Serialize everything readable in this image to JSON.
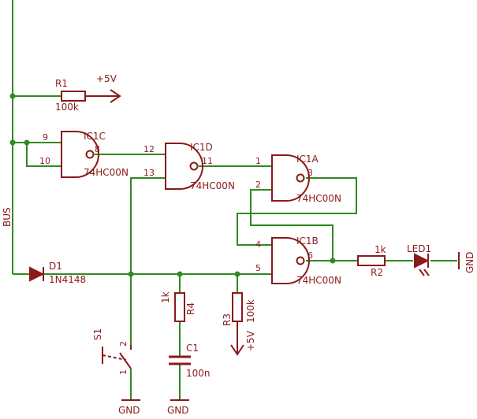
{
  "colors": {
    "wire": "#2e8b20",
    "component": "#8b1a1a",
    "text": "#8b1a1a",
    "background": "#ffffff"
  },
  "labels": {
    "bus": "BUS",
    "r1": {
      "name": "R1",
      "value": "100k",
      "net": "+5V"
    },
    "r2": {
      "name": "R2",
      "value": "1k"
    },
    "r3": {
      "name": "R3",
      "value": "100k",
      "net": "+5V"
    },
    "r4": {
      "name": "R4",
      "value": "1k"
    },
    "c1": {
      "name": "C1",
      "value": "100n"
    },
    "d1": {
      "name": "D1",
      "value": "1N4148"
    },
    "led1": {
      "name": "LED1"
    },
    "s1": {
      "name": "S1",
      "pin1": "1",
      "pin2": "2"
    },
    "gnd": "GND",
    "gates": {
      "ic1c": {
        "name": "IC1C",
        "part": "74HC00N",
        "in_a": "9",
        "in_b": "10",
        "out": "8"
      },
      "ic1d": {
        "name": "IC1D",
        "part": "74HC00N",
        "in_a": "12",
        "in_b": "13",
        "out": "11"
      },
      "ic1a": {
        "name": "IC1A",
        "part": "74HC00N",
        "in_a": "1",
        "in_b": "2",
        "out": "3"
      },
      "ic1b": {
        "name": "IC1B",
        "part": "74HC00N",
        "in_a": "4",
        "in_b": "5",
        "out": "6"
      }
    }
  }
}
